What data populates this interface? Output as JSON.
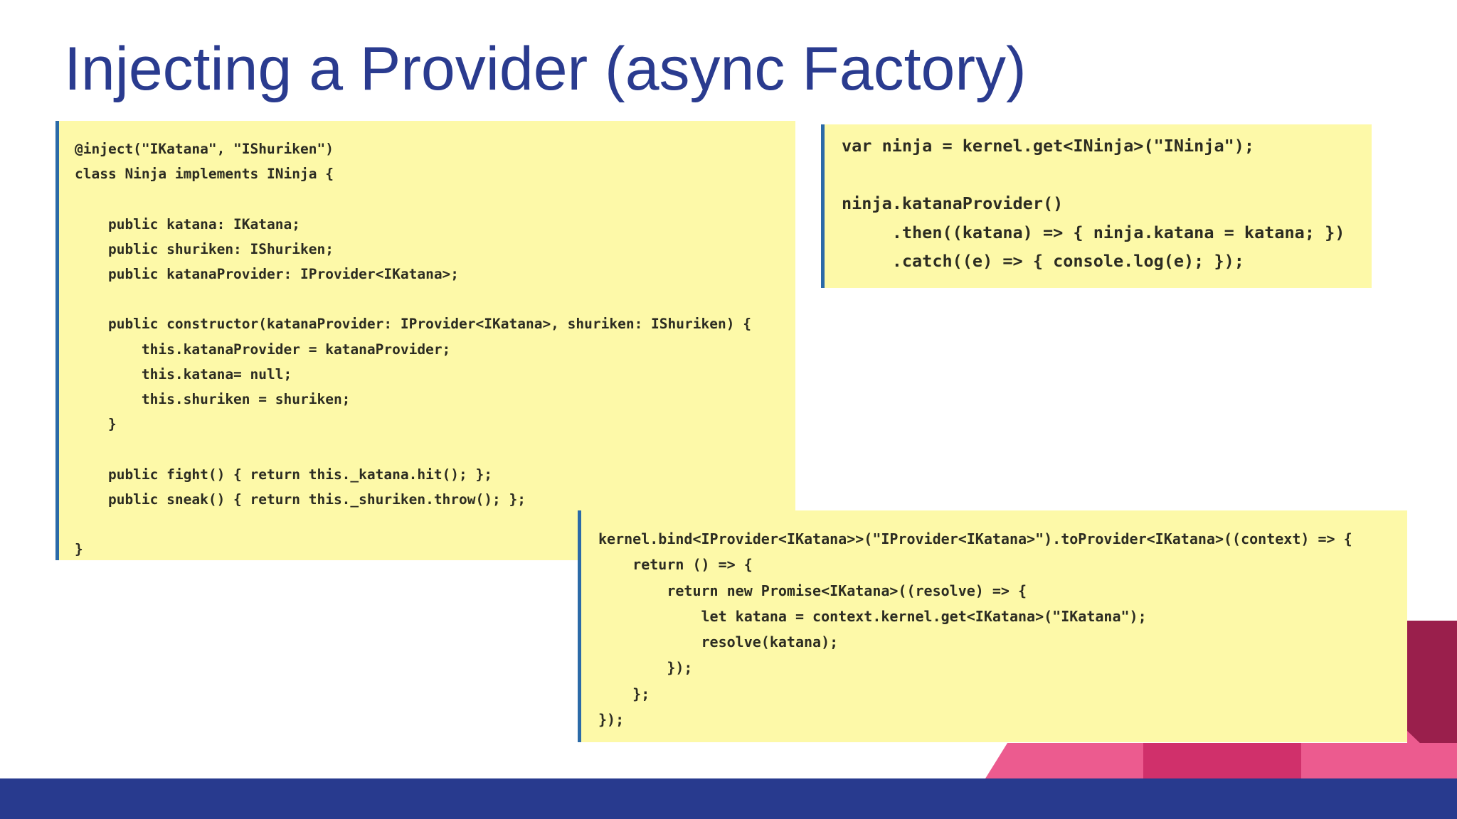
{
  "slide": {
    "title": "Injecting a Provider (async Factory)"
  },
  "code_blocks": {
    "ninja_class": "@inject(\"IKatana\", \"IShuriken\")\nclass Ninja implements INinja {\n\n    public katana: IKatana;\n    public shuriken: IShuriken;\n    public katanaProvider: IProvider<IKatana>;\n\n    public constructor(katanaProvider: IProvider<IKatana>, shuriken: IShuriken) {\n        this.katanaProvider = katanaProvider;\n        this.katana= null;\n        this.shuriken = shuriken;\n    }\n\n    public fight() { return this._katana.hit(); };\n    public sneak() { return this._shuriken.throw(); };\n\n}",
    "usage": "var ninja = kernel.get<INinja>(\"INinja\");\n\nninja.katanaProvider()\n     .then((katana) => { ninja.katana = katana; })\n     .catch((e) => { console.log(e); });",
    "binding": "kernel.bind<IProvider<IKatana>>(\"IProvider<IKatana>\").toProvider<IKatana>((context) => {\n    return () => {\n        return new Promise<IKatana>((resolve) => {\n            let katana = context.kernel.get<IKatana>(\"IKatana\");\n            resolve(katana);\n        });\n    };\n});"
  },
  "colors": {
    "title": "#2a3b8f",
    "code_background": "#fdf9a8",
    "code_border": "#2b6aa8",
    "footer": "#283a8e",
    "accent_pink": "#ec5b8f",
    "accent_magenta": "#d0306b",
    "accent_crimson": "#9a1f4c"
  }
}
